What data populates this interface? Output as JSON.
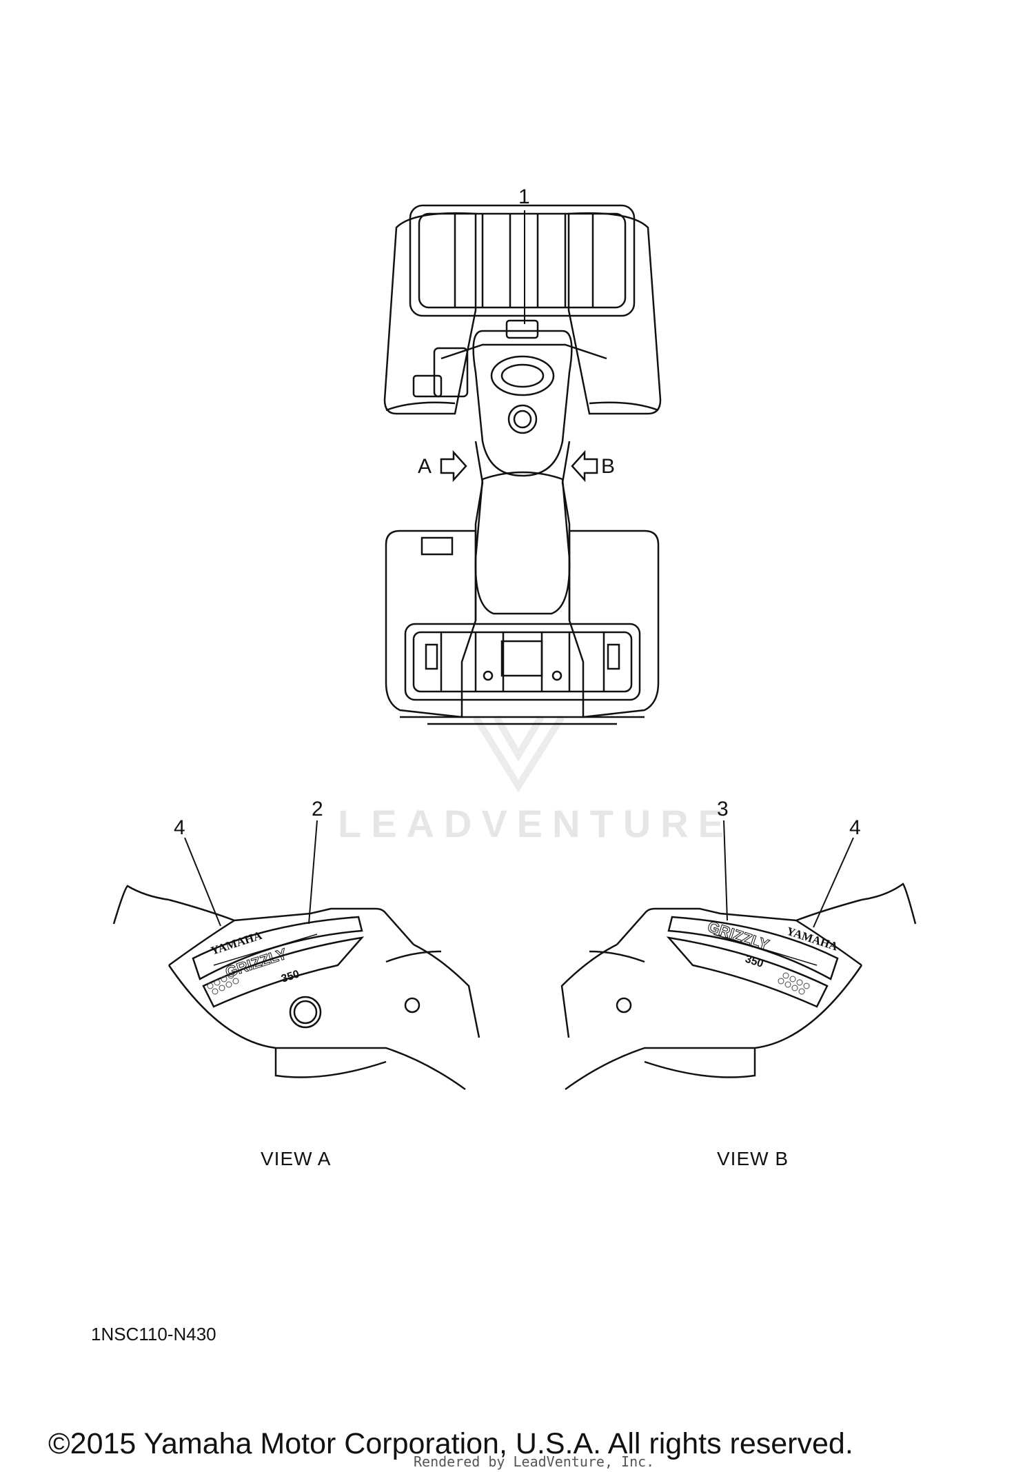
{
  "diagram": {
    "callouts": {
      "c1": "1",
      "c2": "2",
      "c3": "3",
      "c4a": "4",
      "c4b": "4"
    },
    "arrows": {
      "a": "A",
      "b": "B"
    },
    "view_a_label": "VIEW A",
    "view_b_label": "VIEW B",
    "part_code": "1NSC110-N430",
    "watermark": "LEADVENTURE",
    "copyright": "©2015 Yamaha Motor Corporation, U.S.A. All rights reserved.",
    "rendered_by": "Rendered by LeadVenture, Inc.",
    "emblems": {
      "brand": "YAMAHA",
      "model": "GRIZZLY",
      "size": "350"
    }
  }
}
